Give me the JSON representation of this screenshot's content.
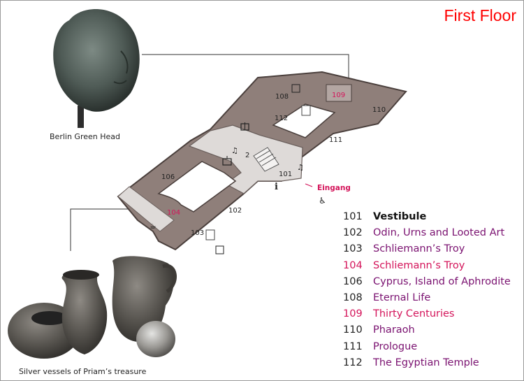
{
  "floor_title": "First Floor",
  "captions": {
    "head": "Berlin Green Head",
    "vessels": "Silver vessels of Priam’s treasure"
  },
  "map": {
    "entrance_label": "Eingang",
    "rooms": {
      "r101": "101",
      "r102": "102",
      "r103": "103",
      "r104": "104",
      "r106": "106",
      "r108": "108",
      "r109": "109",
      "r110": "110",
      "r111": "111",
      "r112": "112",
      "stair": "2"
    },
    "colors": {
      "gallery": "#8f7f7a",
      "corridor": "#dedad8",
      "open_court": "#ffffff",
      "highlight": "#d4145a"
    },
    "icons": [
      "info-icon",
      "gift-icon",
      "cloakroom-icon",
      "audio-guide-icon",
      "cafe-icon",
      "elevator-icon",
      "toilets-icon",
      "wheelchair-icon",
      "stairs-icon"
    ]
  },
  "legend": [
    {
      "num": "101",
      "name": "Vestibule"
    },
    {
      "num": "102",
      "name": "Odin, Urns and Looted Art"
    },
    {
      "num": "103",
      "name": "Schliemann’s Troy"
    },
    {
      "num": "104",
      "name": "Schliemann’s Troy"
    },
    {
      "num": "106",
      "name": "Cyprus, Island of Aphrodite"
    },
    {
      "num": "108",
      "name": "Eternal Life"
    },
    {
      "num": "109",
      "name": "Thirty Centuries"
    },
    {
      "num": "110",
      "name": "Pharaoh"
    },
    {
      "num": "111",
      "name": "Prologue"
    },
    {
      "num": "112",
      "name": "The Egyptian Temple"
    }
  ]
}
